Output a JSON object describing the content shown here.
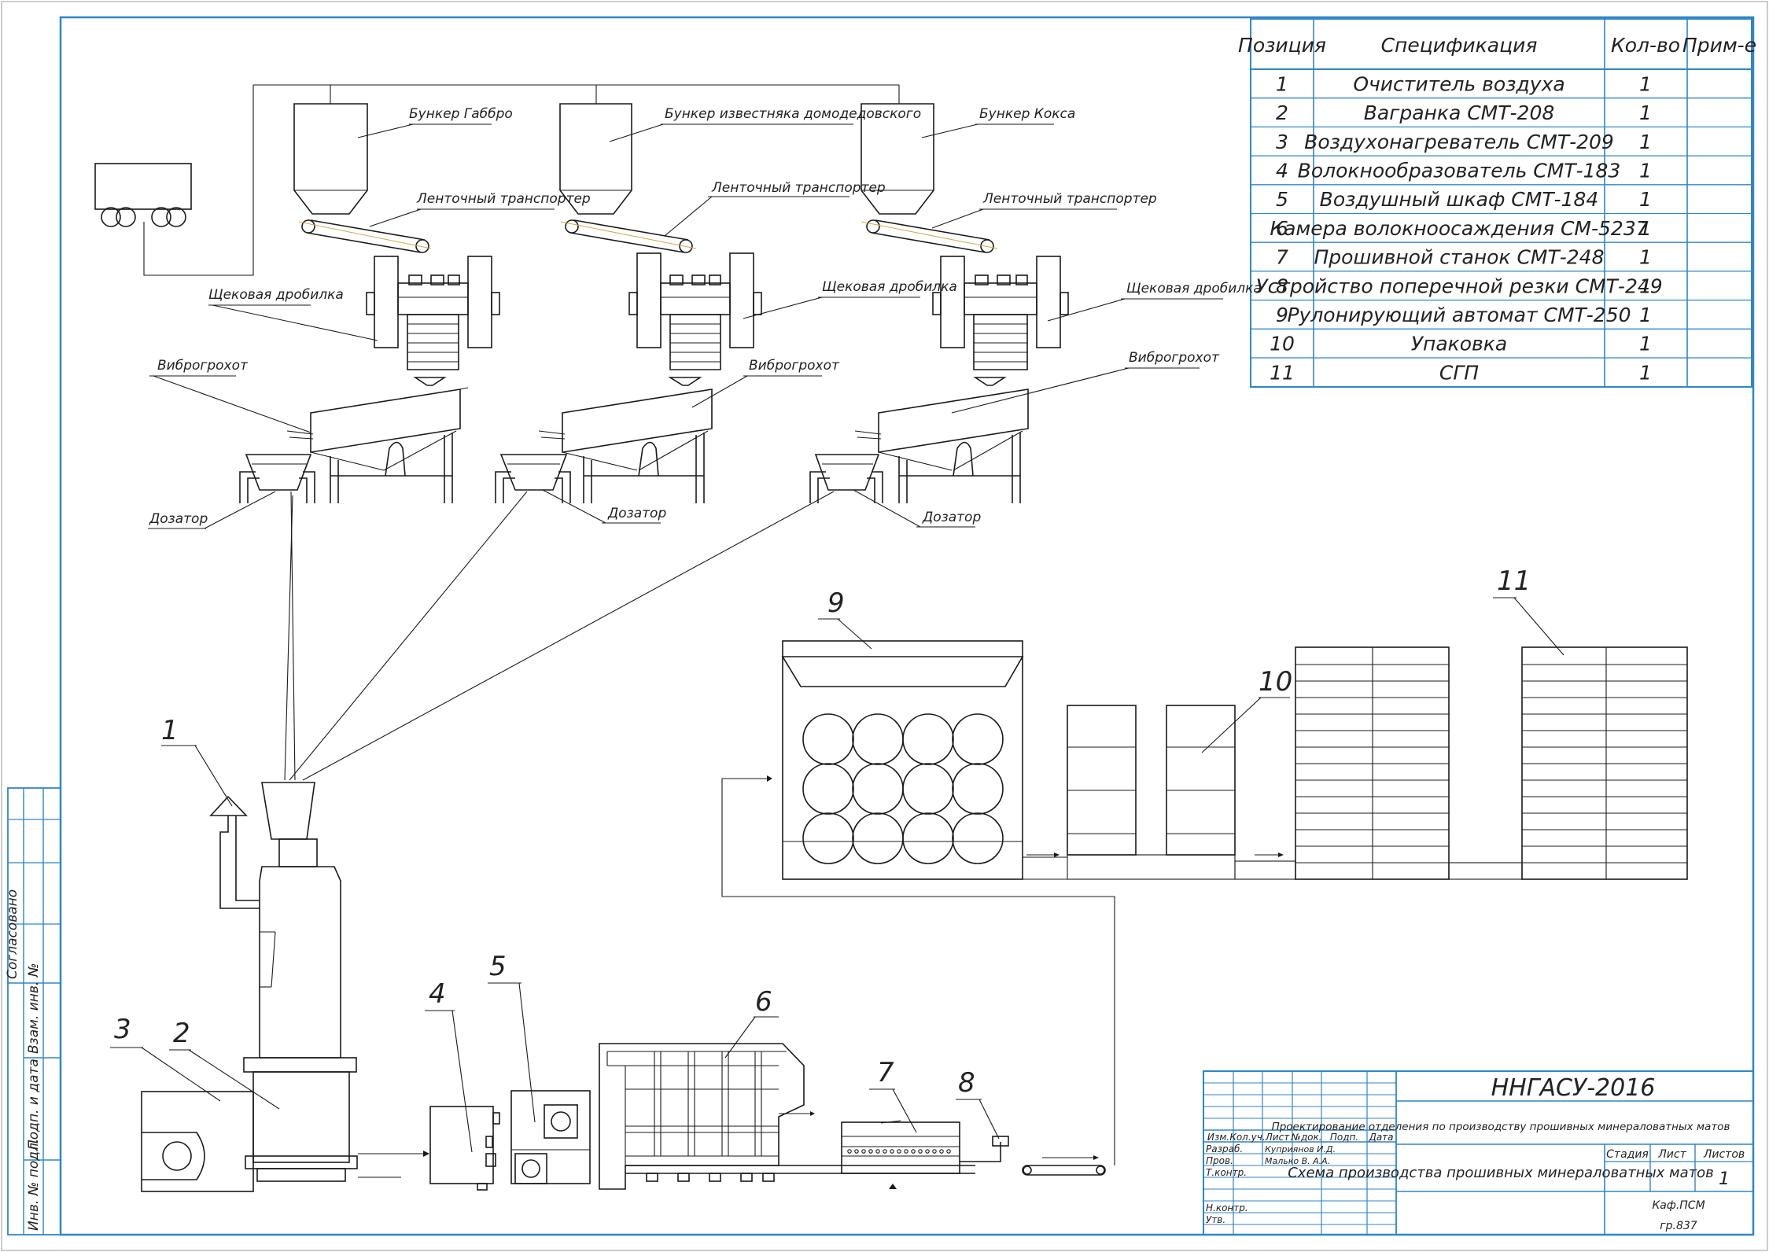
{
  "colors": {
    "frame": "#2f86c8",
    "lines": "#1a1a1a",
    "background": "#ffffff"
  },
  "spec_table": {
    "headers": [
      "Позиция",
      "Спецификация",
      "Кол-во",
      "Прим-е"
    ],
    "rows": [
      {
        "pos": "1",
        "name": "Очиститель воздуха",
        "qty": "1"
      },
      {
        "pos": "2",
        "name": "Вагранка СМТ-208",
        "qty": "1"
      },
      {
        "pos": "3",
        "name": "Воздухонагреватель СМТ-209",
        "qty": "1"
      },
      {
        "pos": "4",
        "name": "Волокнообразователь СМТ-183",
        "qty": "1"
      },
      {
        "pos": "5",
        "name": "Воздушный шкаф СМТ-184",
        "qty": "1"
      },
      {
        "pos": "6",
        "name": "Камера волокноосаждения СМ-5237",
        "qty": "1"
      },
      {
        "pos": "7",
        "name": "Прошивной станок СМТ-248",
        "qty": "1"
      },
      {
        "pos": "8",
        "name": "Устройство поперечной резки СМТ-249",
        "qty": "1"
      },
      {
        "pos": "9",
        "name": "Рулонирующий автомат СМТ-250",
        "qty": "1"
      },
      {
        "pos": "10",
        "name": "Упаковка",
        "qty": "1"
      },
      {
        "pos": "11",
        "name": "СГП",
        "qty": "1"
      }
    ]
  },
  "labels": {
    "bunker_gabbro": "Бункер Габбро",
    "bunker_limestone": "Бункер известняка домодедовского",
    "bunker_coke": "Бункер Кокса",
    "conveyor": "Ленточный транспортер",
    "jaw_crusher": "Щековая дробилка",
    "vibro_screen": "Виброгрохот",
    "dispenser": "Дозатор"
  },
  "positions": [
    "1",
    "2",
    "3",
    "4",
    "5",
    "6",
    "7",
    "8",
    "9",
    "10",
    "11"
  ],
  "title_block": {
    "org": "ННГАСУ-2016",
    "project": "Проектирование отделения по производству прошивных минераловатных матов",
    "drawing": "Схема производства прошивных минераловатных матов",
    "stage_label": "Стадия",
    "sheet_label": "Лист",
    "sheets_label": "Листов",
    "sheets_value": "1",
    "dept": "Каф.ПСМ",
    "group": "гр.837",
    "col_headers": [
      "Изм.",
      "Кол.уч.",
      "Лист",
      "№док.",
      "Подп.",
      "Дата"
    ],
    "roles": [
      {
        "role": "Разраб.",
        "name": "Куприянов И.Д."
      },
      {
        "role": "Пров.",
        "name": "Малько В. А.А."
      },
      {
        "role": "Т.контр.",
        "name": ""
      },
      {
        "role": "Н.контр.",
        "name": ""
      },
      {
        "role": "Утв.",
        "name": ""
      }
    ]
  },
  "side_block": {
    "agreed": "Согласовано",
    "swap_inv": "Взам. инв. №",
    "sign_date": "Подп. и дата",
    "orig_inv": "Инв. № подл."
  }
}
